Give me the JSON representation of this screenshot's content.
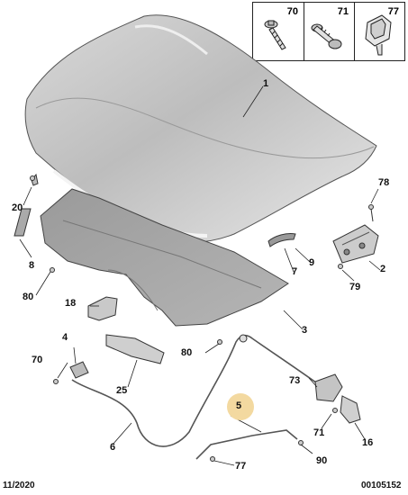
{
  "legend": {
    "items": [
      {
        "ref": "70",
        "icon": "screw-icon"
      },
      {
        "ref": "71",
        "icon": "bolt-icon"
      },
      {
        "ref": "77",
        "icon": "clip-icon"
      }
    ]
  },
  "callouts": {
    "c1": "1",
    "c2": "2",
    "c3": "3",
    "c4": "4",
    "c5": "5",
    "c6": "6",
    "c7": "7",
    "c8": "8",
    "c9": "9",
    "c16": "16",
    "c18": "18",
    "c20": "20",
    "c25": "25",
    "c70": "70",
    "c71": "71",
    "c73": "73",
    "c77": "77",
    "c78": "78",
    "c79": "79",
    "c80a": "80",
    "c80b": "80",
    "c90": "90"
  },
  "highlight_color": "#f3d9a0",
  "footer": {
    "date": "11/2020",
    "ref": "00105152"
  }
}
